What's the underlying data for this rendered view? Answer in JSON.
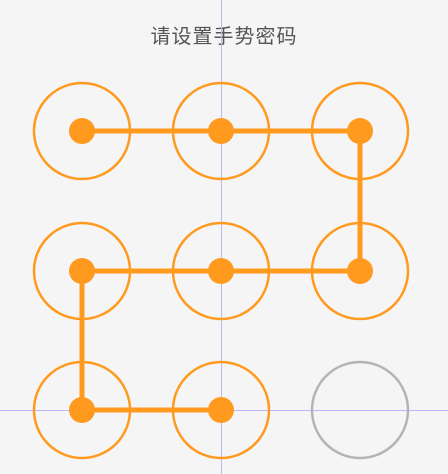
{
  "title": "请设置手势密码",
  "colors": {
    "active": "#ff9a1f",
    "inactive": "#b4b4b4",
    "background": "#f5f5f5",
    "guide": "#b9b9ff"
  },
  "grid": {
    "rows": 3,
    "cols": 3
  },
  "pattern": {
    "sequence": [
      0,
      1,
      2,
      5,
      4,
      3,
      6,
      7
    ],
    "selected": [
      0,
      1,
      2,
      3,
      4,
      5,
      6,
      7
    ],
    "unselected": [
      8
    ]
  }
}
